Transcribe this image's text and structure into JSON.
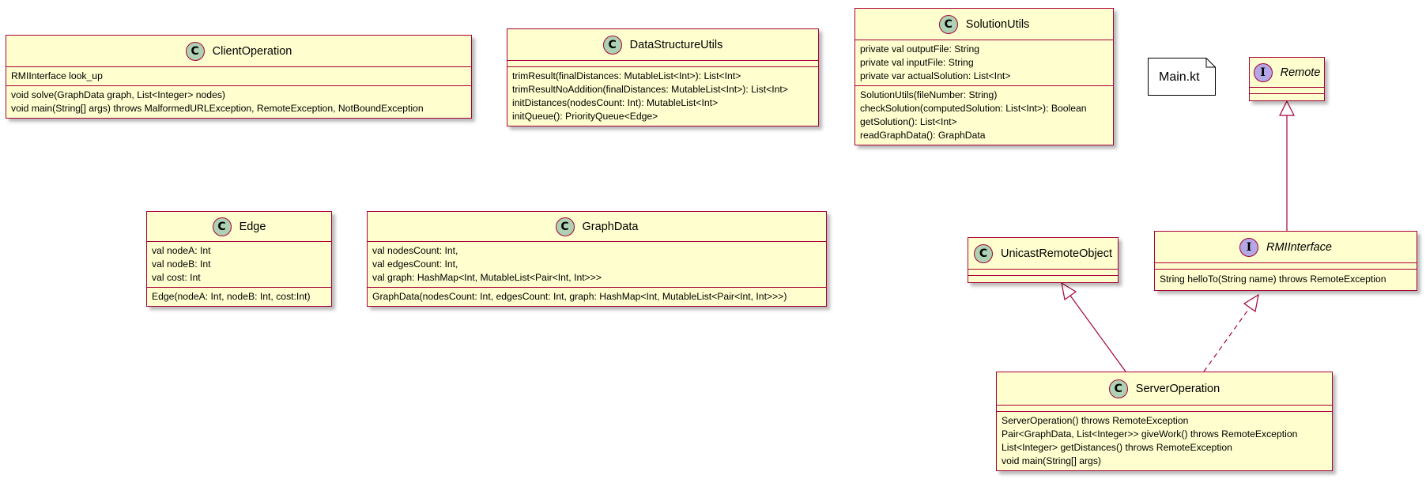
{
  "colors": {
    "class_fill": "#FEFECE",
    "border": "#A80036",
    "class_badge": "#ADD1B2",
    "interface_badge": "#B4A7E5",
    "note_fill": "#FFFFFF"
  },
  "classes": {
    "client_operation": {
      "badge": "C",
      "name": "ClientOperation",
      "fields": [
        "RMIInterface look_up"
      ],
      "methods": [
        "void solve(GraphData graph, List<Integer> nodes)",
        "void main(String[] args) throws MalformedURLException, RemoteException, NotBoundException"
      ]
    },
    "data_structure_utils": {
      "badge": "C",
      "name": "DataStructureUtils",
      "methods": [
        "trimResult(finalDistances: MutableList<Int>): List<Int>",
        "trimResultNoAddition(finalDistances: MutableList<Int>): List<Int>",
        "initDistances(nodesCount: Int): MutableList<Int>",
        "initQueue(): PriorityQueue<Edge>"
      ]
    },
    "solution_utils": {
      "badge": "C",
      "name": "SolutionUtils",
      "fields": [
        "private val outputFile: String",
        "private val inputFile: String",
        "private var actualSolution: List<Int>"
      ],
      "methods": [
        "SolutionUtils(fileNumber: String)",
        "checkSolution(computedSolution: List<Int>): Boolean",
        "getSolution(): List<Int>",
        "readGraphData(): GraphData"
      ]
    },
    "remote": {
      "badge": "I",
      "name": "Remote"
    },
    "edge": {
      "badge": "C",
      "name": "Edge",
      "fields": [
        "val nodeA: Int",
        "val nodeB: Int",
        "val cost: Int"
      ],
      "methods": [
        "Edge(nodeA: Int, nodeB: Int, cost:Int)"
      ]
    },
    "graph_data": {
      "badge": "C",
      "name": "GraphData",
      "fields": [
        "val nodesCount: Int,",
        "val edgesCount: Int,",
        "val graph: HashMap<Int, MutableList<Pair<Int, Int>>>"
      ],
      "methods": [
        "GraphData(nodesCount: Int, edgesCount: Int, graph: HashMap<Int, MutableList<Pair<Int, Int>>>)"
      ]
    },
    "unicast_remote_object": {
      "badge": "C",
      "name": "UnicastRemoteObject"
    },
    "rmi_interface": {
      "badge": "I",
      "name": "RMIInterface",
      "methods": [
        "String helloTo(String name) throws RemoteException"
      ]
    },
    "server_operation": {
      "badge": "C",
      "name": "ServerOperation",
      "methods": [
        "ServerOperation() throws RemoteException",
        "Pair<GraphData, List<Integer>> giveWork() throws RemoteException",
        "List<Integer> getDistances() throws RemoteException",
        "void main(String[] args)"
      ]
    }
  },
  "note": {
    "text": "Main.kt"
  }
}
